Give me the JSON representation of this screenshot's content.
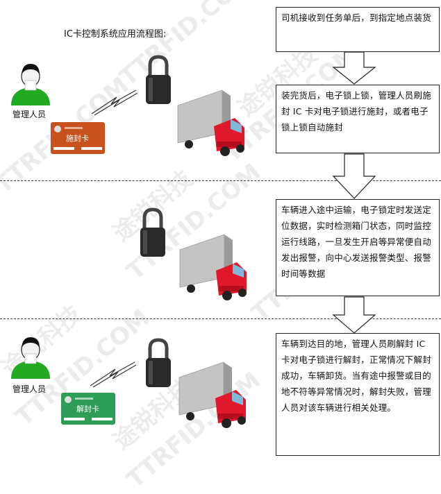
{
  "title": "IC卡控制系统应用流程图:",
  "steps": [
    "司机接收到任务单后，到指定地点装货",
    "装完货后，电子锁上锁，管理人员刷施封 IC 卡对电子锁进行施封，或者电子锁上锁自动施封",
    "车辆进入途中运输，电子锁定时发送定位数据，实时检测箱门状态，同时监控运行线路，一旦发生开启等异常便自动发出报警，向中心发送报警类型、报警时间等数据",
    "车辆到达目的地，管理人员刷解封 IC 卡对电子锁进行解封，正常情况下解封成功，车辆卸货。当有途中报警或目的地不符等异常情况时，解封失败，管理人员对该车辆进行相关处理。"
  ],
  "people": [
    {
      "label": "管理人员"
    },
    {
      "label": "管理人员"
    }
  ],
  "cards": [
    {
      "label": "施封卡",
      "color": "#c8521e"
    },
    {
      "label": "解封卡",
      "color": "#2e9e57"
    }
  ],
  "watermark": {
    "text_cn": "途锐科技",
    "text_en": "TTRFID.COM"
  },
  "colors": {
    "truck_cab": "#e0192a",
    "truck_box": "#b8b8b8",
    "person_shirt": "#22aa22",
    "lock_body": "#2a2a2a"
  }
}
